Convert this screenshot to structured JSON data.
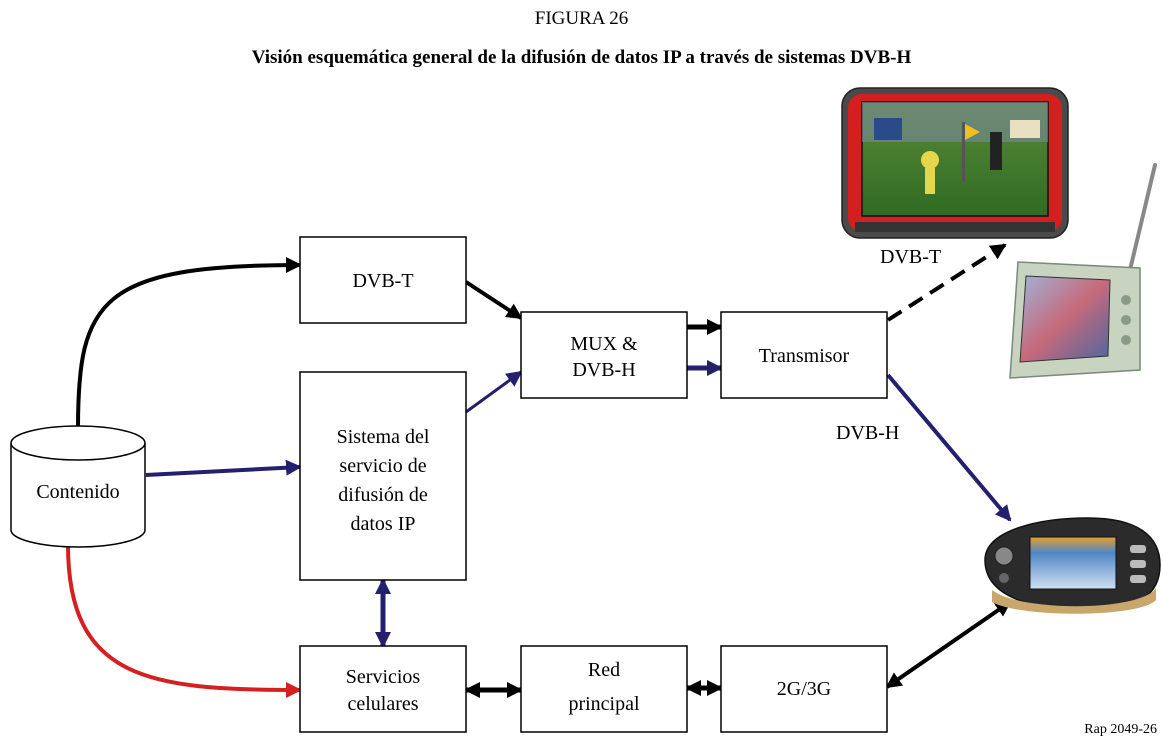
{
  "figure": {
    "number": "FIGURA 26",
    "title": "Visión esquemática general de la difusión de datos IP a través de sistemas DVB-H",
    "reference": "Rap 2049-26"
  },
  "nodes": {
    "contenido": "Contenido",
    "dvbt": "DVB-T",
    "mux": [
      "MUX &",
      "DVB-H"
    ],
    "transmisor": "Transmisor",
    "sistema": [
      "Sistema del",
      "servicio de",
      "difusión de",
      "datos IP"
    ],
    "servicios": [
      "Servicios",
      "celulares"
    ],
    "red": [
      "Red",
      "principal"
    ],
    "g23": "2G/3G"
  },
  "labels": {
    "dvbt_out": "DVB-T",
    "dvbh_out": "DVB-H"
  },
  "colors": {
    "black_link": "#000000",
    "ip_link": "#24206e",
    "cellular_link": "#d42020"
  },
  "devices": {
    "tv": "television-icon",
    "portable_tv": "portable-tv-icon",
    "handset": "mobile-handset-icon"
  }
}
